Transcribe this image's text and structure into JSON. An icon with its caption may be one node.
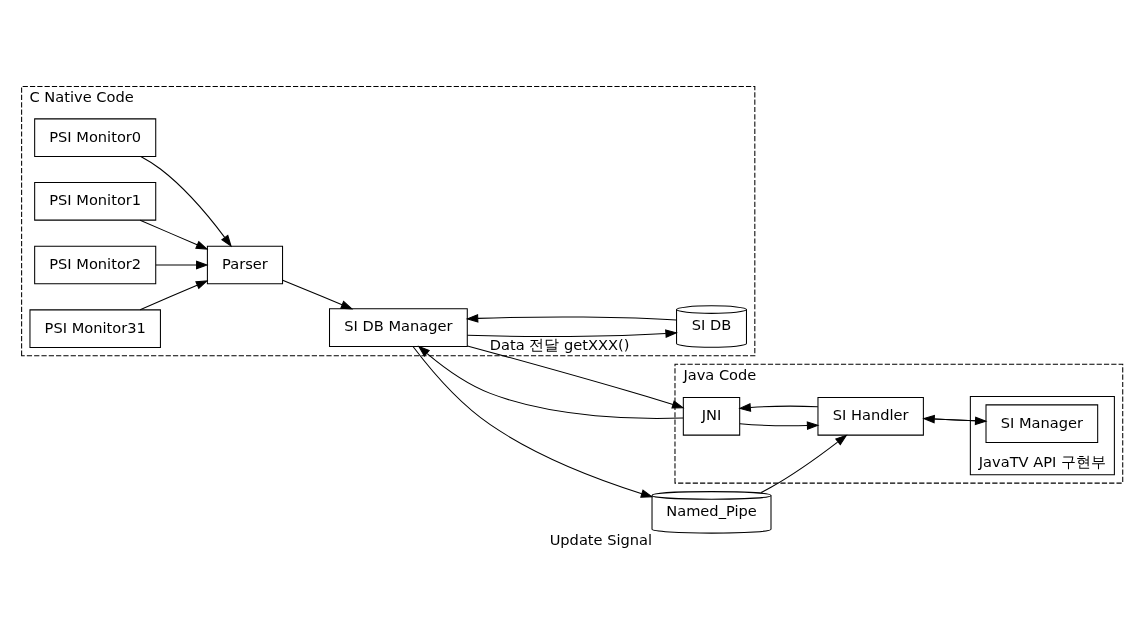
{
  "diagram": {
    "nodes": [
      {
        "text": [
          "C Native Code"
        ]
      },
      {
        "text": [
          "PSI Monitor0"
        ],
        "in": 0
      },
      {
        "text": [
          "PSI Monitor1"
        ],
        "in": 0
      },
      {
        "text": [
          "PSI Monitor2"
        ],
        "in": 0
      },
      {
        "text": [
          "PSI Monitor31"
        ],
        "in": 0
      },
      {
        "text": [
          "Parser"
        ],
        "in": 0
      },
      {
        "text": [
          "SI DB Manager"
        ],
        "in": 0
      },
      {
        "text": [
          "SI DB"
        ],
        "in": 0
      },
      {
        "text": [
          "Named_Pipe"
        ],
        "beside": [
          "Update Signal"
        ]
      },
      {
        "text": [
          "Java Code"
        ]
      },
      {
        "text": [
          "JNI"
        ],
        "in": 9
      },
      {
        "text": [
          "SI Handler"
        ],
        "in": 9
      },
      {
        "text": [
          "JavaTV API 구현부"
        ],
        "in": 9
      },
      {
        "text": [
          "SI Manager"
        ],
        "in": 12
      }
    ],
    "edges": [
      {
        "from": 1,
        "to": 5,
        "arrow": "to"
      },
      {
        "from": 2,
        "to": 5,
        "arrow": "to"
      },
      {
        "from": 3,
        "to": 5,
        "arrow": "to"
      },
      {
        "from": 4,
        "to": 5,
        "arrow": "to"
      },
      {
        "from": 5,
        "to": 6,
        "arrow": "to"
      },
      {
        "from": 6,
        "to": 10,
        "arrow": "to",
        "label": "Data 전달 getXXX()"
      },
      {
        "from": 10,
        "to": 6,
        "arrow": "to"
      },
      {
        "from": 6,
        "to": 8,
        "arrow": "to"
      },
      {
        "from": 8,
        "to": 11,
        "arrow": "to"
      },
      {
        "from": 10,
        "to": 11,
        "arrow": "to"
      },
      {
        "from": 11,
        "to": 10,
        "arrow": "to"
      },
      {
        "from": 11,
        "to": 13,
        "arrow": "to"
      },
      {
        "from": 13,
        "to": 11,
        "arrow": "to"
      },
      {
        "from": 6,
        "to": 7,
        "arrow": "to"
      },
      {
        "from": 7,
        "to": 6,
        "arrow": "to"
      }
    ]
  }
}
